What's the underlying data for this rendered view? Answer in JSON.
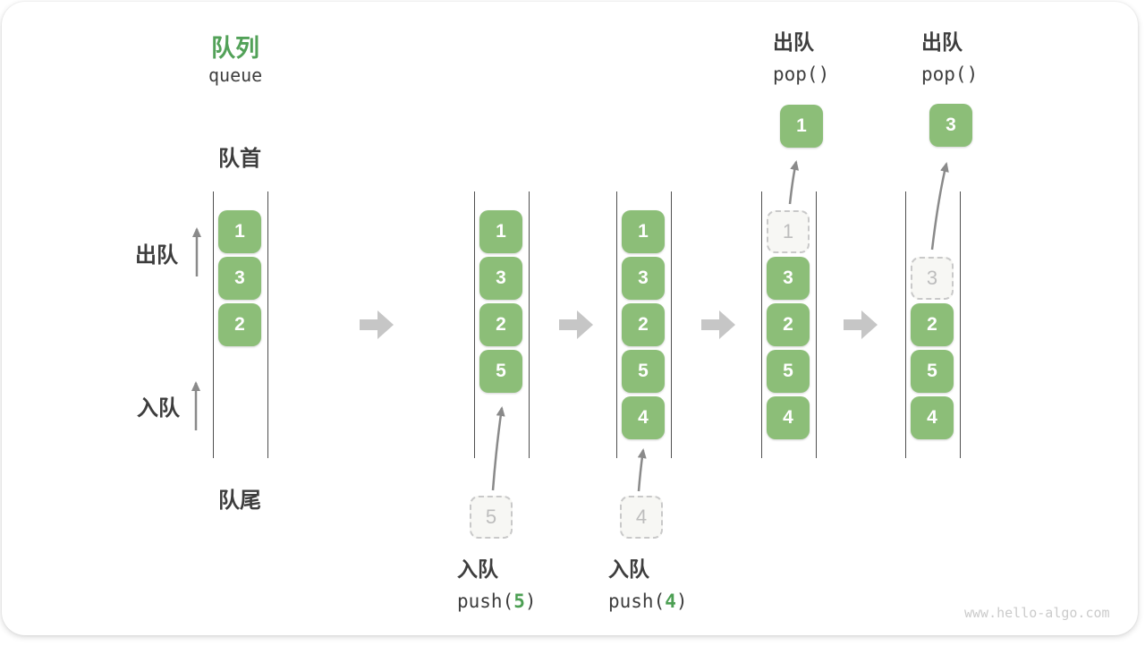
{
  "title": {
    "zh": "队列",
    "en": "queue"
  },
  "side_labels": {
    "front": "队首",
    "rear": "队尾",
    "dequeue": "出队",
    "enqueue": "入队"
  },
  "states": [
    {
      "cells": [
        {
          "row": 1,
          "value": "1",
          "type": "solid"
        },
        {
          "row": 2,
          "value": "3",
          "type": "solid"
        },
        {
          "row": 3,
          "value": "2",
          "type": "solid"
        }
      ]
    },
    {
      "cells": [
        {
          "row": 1,
          "value": "1",
          "type": "solid"
        },
        {
          "row": 2,
          "value": "3",
          "type": "solid"
        },
        {
          "row": 3,
          "value": "2",
          "type": "solid"
        },
        {
          "row": 4,
          "value": "5",
          "type": "solid"
        }
      ]
    },
    {
      "cells": [
        {
          "row": 1,
          "value": "1",
          "type": "solid"
        },
        {
          "row": 2,
          "value": "3",
          "type": "solid"
        },
        {
          "row": 3,
          "value": "2",
          "type": "solid"
        },
        {
          "row": 4,
          "value": "5",
          "type": "solid"
        },
        {
          "row": 5,
          "value": "4",
          "type": "solid"
        }
      ]
    },
    {
      "cells": [
        {
          "row": 1,
          "value": "1",
          "type": "ghost"
        },
        {
          "row": 2,
          "value": "3",
          "type": "solid"
        },
        {
          "row": 3,
          "value": "2",
          "type": "solid"
        },
        {
          "row": 4,
          "value": "5",
          "type": "solid"
        },
        {
          "row": 5,
          "value": "4",
          "type": "solid"
        }
      ]
    },
    {
      "cells": [
        {
          "row": 2,
          "value": "3",
          "type": "ghost"
        },
        {
          "row": 3,
          "value": "2",
          "type": "solid"
        },
        {
          "row": 4,
          "value": "5",
          "type": "solid"
        },
        {
          "row": 5,
          "value": "4",
          "type": "solid"
        }
      ]
    }
  ],
  "operations": {
    "push_5": {
      "action": "入队",
      "code_before": "push(",
      "arg": "5",
      "code_after": ")",
      "incoming_value": "5"
    },
    "push_4": {
      "action": "入队",
      "code_before": "push(",
      "arg": "4",
      "code_after": ")",
      "incoming_value": "4"
    },
    "pop_1": {
      "action": "出队",
      "code": "pop()",
      "popped_value": "1"
    },
    "pop_2": {
      "action": "出队",
      "code": "pop()",
      "popped_value": "3"
    }
  },
  "watermark": "www.hello-algo.com",
  "colors": {
    "item_green": "#8CBE78",
    "title_green": "#52A158",
    "code_arg_green": "#4C9F53",
    "block_arrow_gray": "#C6C6C6",
    "thin_arrow_gray": "#8A8A8A",
    "container_line_gray": "#4F4F4F",
    "text_dark": "#3D3D3D",
    "ghost_gray": "#BDBDBD"
  }
}
